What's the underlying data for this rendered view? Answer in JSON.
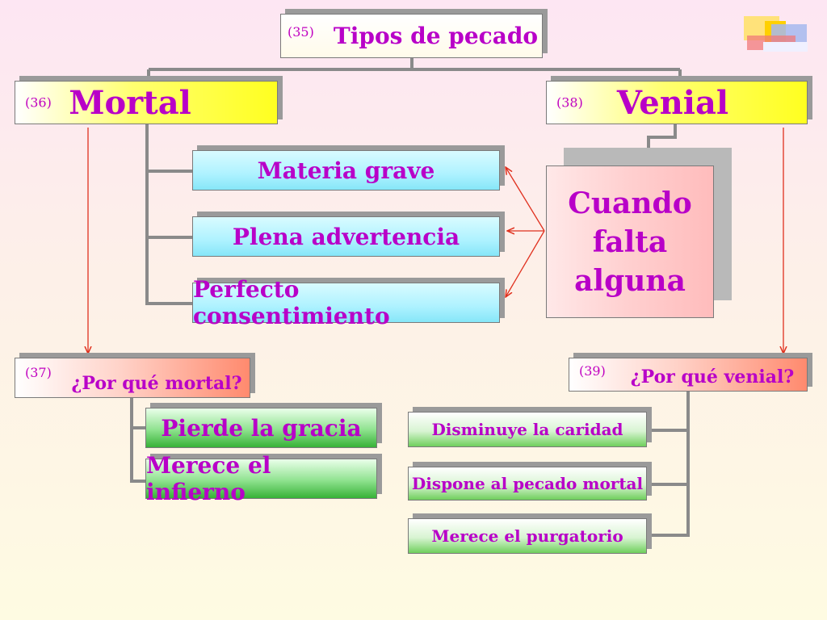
{
  "title": {
    "number": "(35)",
    "label": "Tipos de pecado"
  },
  "mortal": {
    "number": "(36)",
    "label": "Mortal"
  },
  "venial": {
    "number": "(38)",
    "label": "Venial"
  },
  "conditions": [
    "Materia grave",
    "Plena advertencia",
    "Perfecto consentimiento"
  ],
  "venial_condition": {
    "line1": "Cuando",
    "line2": "falta",
    "line3": "alguna"
  },
  "why_mortal": {
    "number": "(37)",
    "label": "¿Por qué mortal?"
  },
  "why_venial": {
    "number": "(39)",
    "label": "¿Por qué venial?"
  },
  "mortal_effects": [
    "Pierde la gracia",
    "Merece el infierno"
  ],
  "venial_effects": [
    "Disminuye la caridad",
    "Dispone al pecado mortal",
    "Merece el purgatorio"
  ],
  "colors": {
    "text": "#b800c8",
    "connector": "#8a8a8a",
    "arrow": "#e0301e"
  }
}
